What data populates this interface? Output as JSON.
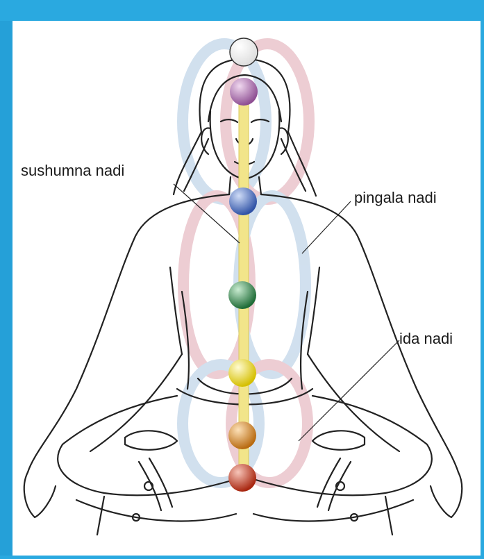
{
  "labels": {
    "sushumna": "sushumna nadi",
    "pingala": "pingala nadi",
    "ida": "ida nadi"
  },
  "colors": {
    "frame": "#2aa9e0",
    "sushumna_channel": "#f2e58a",
    "ida_channel": "#c9dbec",
    "pingala_channel": "#eac5cc",
    "line_art": "#222222"
  },
  "chakras": [
    {
      "name": "crown",
      "color": "#ffffff"
    },
    {
      "name": "third-eye",
      "color": "#b07bb3"
    },
    {
      "name": "throat",
      "color": "#4f77c8"
    },
    {
      "name": "heart",
      "color": "#3e8f52"
    },
    {
      "name": "solar-plexus",
      "color": "#f1e21e"
    },
    {
      "name": "sacral",
      "color": "#e0912a"
    },
    {
      "name": "root",
      "color": "#d0452b"
    }
  ]
}
